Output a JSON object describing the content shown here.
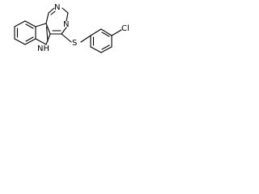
{
  "molecule": {
    "atoms": {
      "n1": "N",
      "n2": "N",
      "nh": "NH",
      "s": "S",
      "cl": "Cl"
    }
  },
  "colors": {
    "background": "#ffffff",
    "bond": "#000000",
    "label": "#000000"
  }
}
